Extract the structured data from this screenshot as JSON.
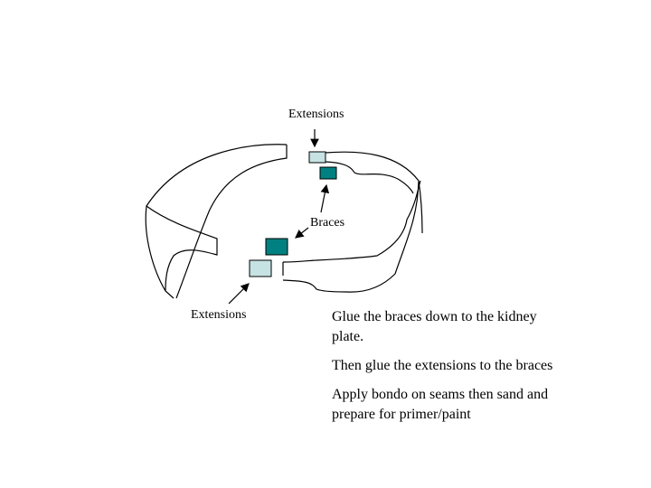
{
  "labels": {
    "extensions_top": "Extensions",
    "braces": "Braces",
    "extensions_bottom": "Extensions"
  },
  "instructions": [
    "Glue the braces down to the kidney plate.",
    "Then glue the extensions to the braces",
    "Apply bondo on seams then sand and prepare for primer/paint"
  ],
  "colors": {
    "brace": "#008080",
    "extension": "#c6e2e2",
    "outline": "#000000"
  }
}
